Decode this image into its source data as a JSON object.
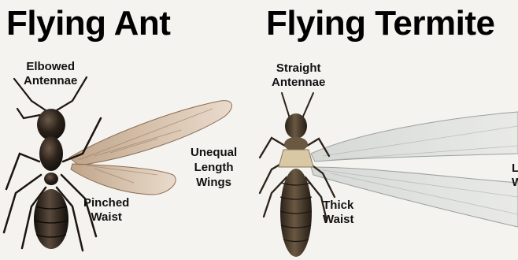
{
  "ant": {
    "title": "Flying Ant",
    "antennae": [
      "Elbowed",
      "Antennae"
    ],
    "waist": [
      "Pinched",
      "Waist"
    ],
    "wings": [
      "Unequal",
      "Length",
      "Wings"
    ]
  },
  "termite": {
    "title": "Flying Termite",
    "antennae": [
      "Straight",
      "Antennae"
    ],
    "waist": [
      "Thick",
      "Waist"
    ],
    "wings_cut": [
      "L",
      "W"
    ]
  },
  "colors": {
    "background": "#f4f3ef",
    "ant_body": "#2a211b",
    "termite_body": "#3a2e22",
    "termite_thorax": "#d8c9a4",
    "wing": "#e9dccd"
  }
}
